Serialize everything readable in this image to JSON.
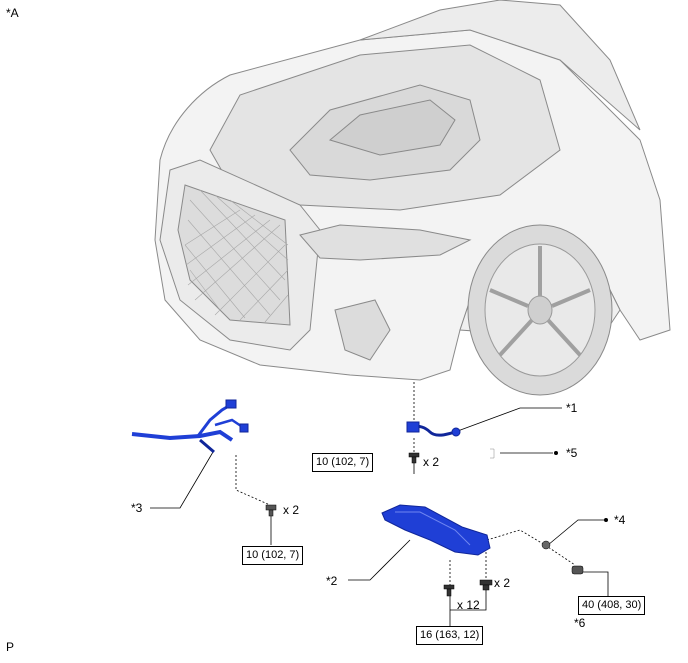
{
  "header": {
    "view_label": "*A"
  },
  "footer": {
    "code": "P"
  },
  "callouts": {
    "c1": "*1",
    "c2": "*2",
    "c3": "*3",
    "c4": "*4",
    "c5": "*5",
    "c6": "*6"
  },
  "torques": {
    "t_sensor": "10 (102, 7)",
    "t_bracket": "10 (102, 7)",
    "t_cover_bolts": "16 (163, 12)",
    "t_nut": "40 (408, 30)"
  },
  "quantities": {
    "q_sensor": "x 2",
    "q_bracket": "x 2",
    "q_cover_bolts": "x 12",
    "q_cover_clips": "x 2"
  },
  "colors": {
    "part_blue": "#1f3fd6",
    "part_blue_dark": "#10269a",
    "car_fill": "#f2f2f2",
    "car_line": "#8a8a8a"
  }
}
